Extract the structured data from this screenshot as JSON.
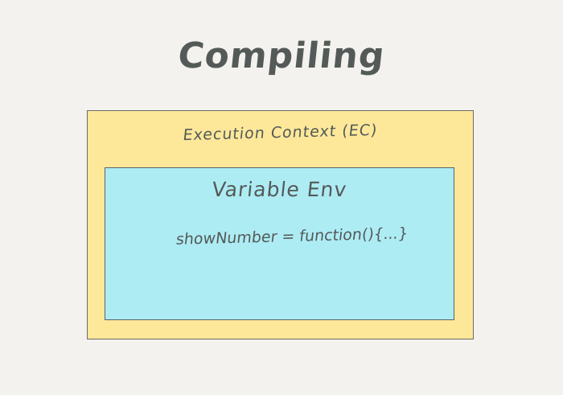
{
  "title": "Compiling",
  "execution_context": {
    "label": "Execution Context (EC)",
    "variable_environment": {
      "label": "Variable Env",
      "bindings": [
        {
          "text": "showNumber = function(){...}"
        }
      ]
    }
  },
  "colors": {
    "background": "#f3f2ee",
    "execution_context_fill": "#fde89a",
    "variable_env_fill": "#aeecf4",
    "text": "#545a58"
  }
}
